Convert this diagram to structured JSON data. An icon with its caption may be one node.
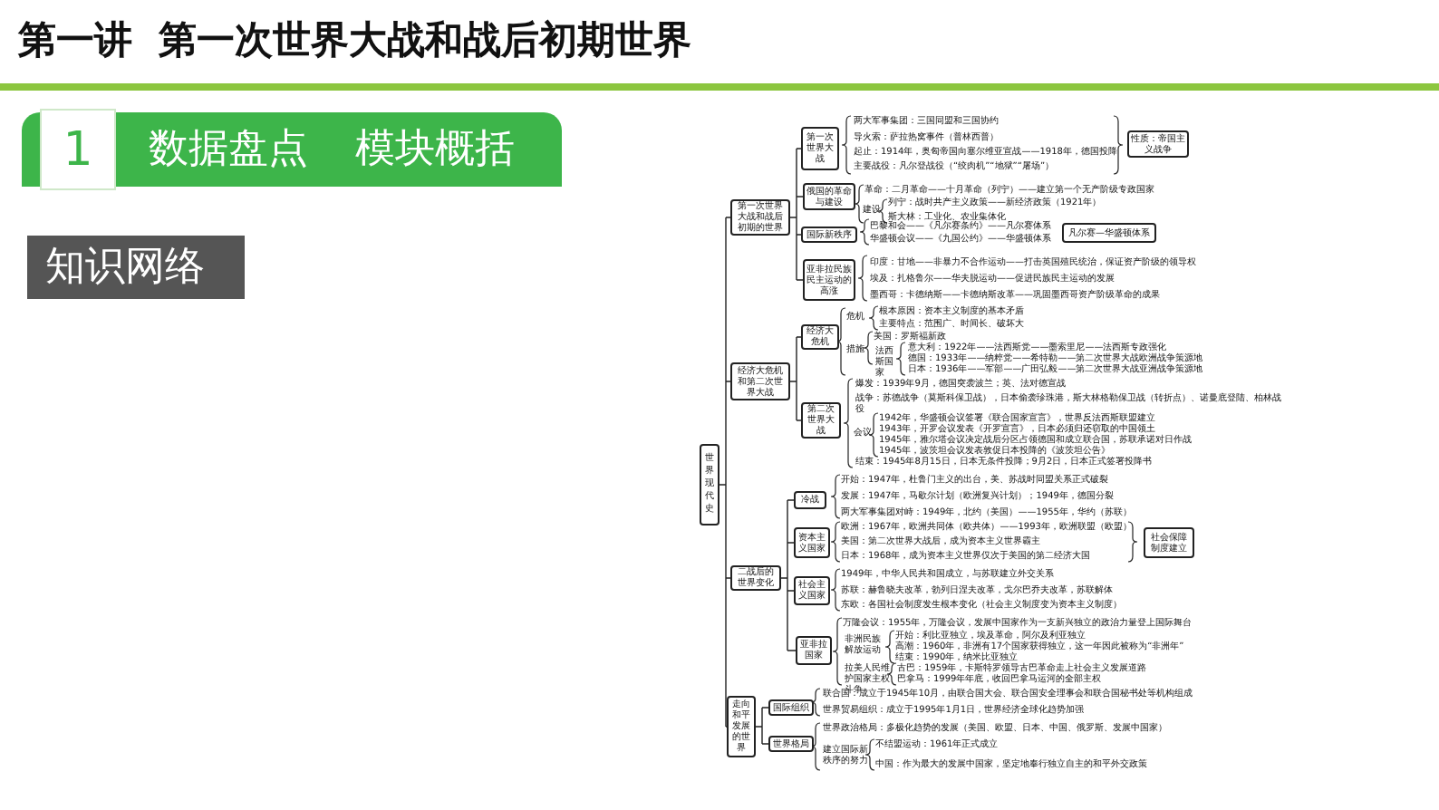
{
  "diagram": {
    "title": "第一讲  第一次世界大战和战后初期世界",
    "nodes": [
      {
        "text": [
          "世界现代史"
        ]
      },
      {
        "text": [
          "第一次世界大战和战后初期的世界"
        ]
      },
      {
        "text": [
          "第一次世界大战"
        ]
      },
      {
        "text": [
          "性质：帝国主义战争"
        ]
      },
      {
        "text": [
          "俄国的革命与建设"
        ]
      },
      {
        "text": [
          "国际新秩序"
        ]
      },
      {
        "text": [
          "凡尔赛—华盛顿体系"
        ]
      },
      {
        "text": [
          "亚非拉民族民主运动的高涨"
        ]
      },
      {
        "text": [
          "经济大危机和第二次世界大战"
        ]
      },
      {
        "text": [
          "经济大危机"
        ]
      },
      {
        "text": [
          "第二次世界大战"
        ]
      },
      {
        "text": [
          "二战后的世界变化"
        ]
      },
      {
        "text": [
          "冷战"
        ]
      },
      {
        "text": [
          "资本主义国家"
        ]
      },
      {
        "text": [
          "社会保障制度建立"
        ]
      },
      {
        "text": [
          "社会主义国家"
        ]
      },
      {
        "text": [
          "亚非拉国家"
        ]
      },
      {
        "text": [
          "走向和平发展的世界"
        ]
      },
      {
        "text": [
          "国际组织"
        ]
      },
      {
        "text": [
          "世界格局"
        ]
      }
    ],
    "edges": [
      {
        "from": 0,
        "to": 1,
        "arrow": "none"
      },
      {
        "from": 0,
        "to": 8,
        "arrow": "none"
      },
      {
        "from": 0,
        "to": 11,
        "arrow": "none"
      },
      {
        "from": 0,
        "to": 17,
        "arrow": "none"
      },
      {
        "from": 1,
        "to": 2,
        "arrow": "none"
      },
      {
        "from": 1,
        "to": 4,
        "arrow": "none"
      },
      {
        "from": 1,
        "to": 5,
        "arrow": "none"
      },
      {
        "from": 1,
        "to": 7,
        "arrow": "none"
      },
      {
        "from": 8,
        "to": 9,
        "arrow": "none"
      },
      {
        "from": 8,
        "to": 10,
        "arrow": "none"
      },
      {
        "from": 11,
        "to": 12,
        "arrow": "none"
      },
      {
        "from": 11,
        "to": 13,
        "arrow": "none"
      },
      {
        "from": 11,
        "to": 15,
        "arrow": "none"
      },
      {
        "from": 11,
        "to": 16,
        "arrow": "none"
      },
      {
        "from": 17,
        "to": 18,
        "arrow": "none"
      },
      {
        "from": 17,
        "to": 19,
        "arrow": "none"
      }
    ],
    "labels": [
      "1",
      "数据盘点",
      "模块概括",
      "知识网络",
      "两大军事集团：三国同盟和三国协约",
      "导火索：萨拉热窝事件（普林西普）",
      "起止：1914年，奥匈帝国向塞尔维亚宣战——1918年，德国投降",
      "主要战役：凡尔登战役（“绞肉机”“地狱”“屠场”）",
      "革命：二月革命——十月革命（列宁）——建立第一个无产阶级专政国家",
      "建设",
      "列宁：战时共产主义政策——新经济政策（1921年）",
      "斯大林：工业化、农业集体化",
      "巴黎和会——《凡尔赛条约》——凡尔赛体系",
      "华盛顿会议——《九国公约》——华盛顿体系",
      "印度：甘地——非暴力不合作运动——打击英国殖民统治，保证资产阶级的领导权",
      "埃及：扎格鲁尔——华夫脱运动——促进民族民主运动的发展",
      "墨西哥：卡德纳斯——卡德纳斯改革——巩固墨西哥资产阶级革命的成果",
      "危机",
      "根本原因：资本主义制度的基本矛盾",
      "主要特点：范围广、时间长、破坏大",
      "措施",
      "美国：罗斯福新政",
      "法西斯国家",
      "意大利：1922年——法西斯党——墨索里尼——法西斯专政强化",
      "德国：1933年——纳粹党——希特勒——第二次世界大战欧洲战争策源地",
      "日本：1936年——军部——广田弘毅——第二次世界大战亚洲战争策源地",
      "爆发：1939年9月，德国突袭波兰；英、法对德宣战",
      "战争：苏德战争（莫斯科保卫战），日本偷袭珍珠港，斯大林格勒保卫战（转折点）、诺曼底登陆、柏林战役",
      "会议",
      "1942年，华盛顿会议签署《联合国家宣言》，世界反法西斯联盟建立",
      "1943年，开罗会议发表《开罗宣言》，日本必须归还窃取的中国领土",
      "1945年，雅尔塔会议决定战后分区占领德国和成立联合国，苏联承诺对日作战",
      "1945年，波茨坦会议发表敦促日本投降的《波茨坦公告》",
      "结束：1945年8月15日，日本无条件投降；9月2日，日本正式签署投降书",
      "开始：1947年，杜鲁门主义的出台，美、苏战时同盟关系正式破裂",
      "发展：1947年，马歇尔计划（欧洲复兴计划）；1949年，德国分裂",
      "两大军事集团对峙：1949年，北约（美国）——1955年，华约（苏联）",
      "欧洲：1967年，欧洲共同体（欧共体）——1993年，欧洲联盟（欧盟）",
      "美国：第二次世界大战后，成为资本主义世界霸主",
      "日本：1968年，成为资本主义世界仅次于美国的第二经济大国",
      "1949年，中华人民共和国成立，与苏联建立外交关系",
      "苏联：赫鲁晓夫改革，勃列日涅夫改革，戈尔巴乔夫改革，苏联解体",
      "东欧：各国社会制度发生根本变化（社会主义制度变为资本主义制度）",
      "万隆会议：1955年，万隆会议，发展中国家作为一支新兴独立的政治力量登上国际舞台",
      "非洲民族解放运动",
      "开始：利比亚独立，埃及革命，阿尔及利亚独立",
      "高潮：1960年，非洲有17个国家获得独立，这一年因此被称为“非洲年”",
      "结束：1990年，纳米比亚独立",
      "拉美人民维护国家主权斗争",
      "古巴：1959年，卡斯特罗领导古巴革命走上社会主义发展道路",
      "巴拿马：1999年年底，收回巴拿马运河的全部主权",
      "联合国：成立于1945年10月，由联合国大会、联合国安全理事会和联合国秘书处等机构组成",
      "世界贸易组织：成立于1995年1月1日，世界经济全球化趋势加强",
      "世界政治格局：多极化趋势的发展（美国、欧盟、日本、中国、俄罗斯、发展中国家）",
      "建立国际新秩序的努力",
      "不结盟运动：1961年正式成立",
      "中国：作为最大的发展中国家，坚定地奉行独立自主的和平外交政策"
    ]
  }
}
